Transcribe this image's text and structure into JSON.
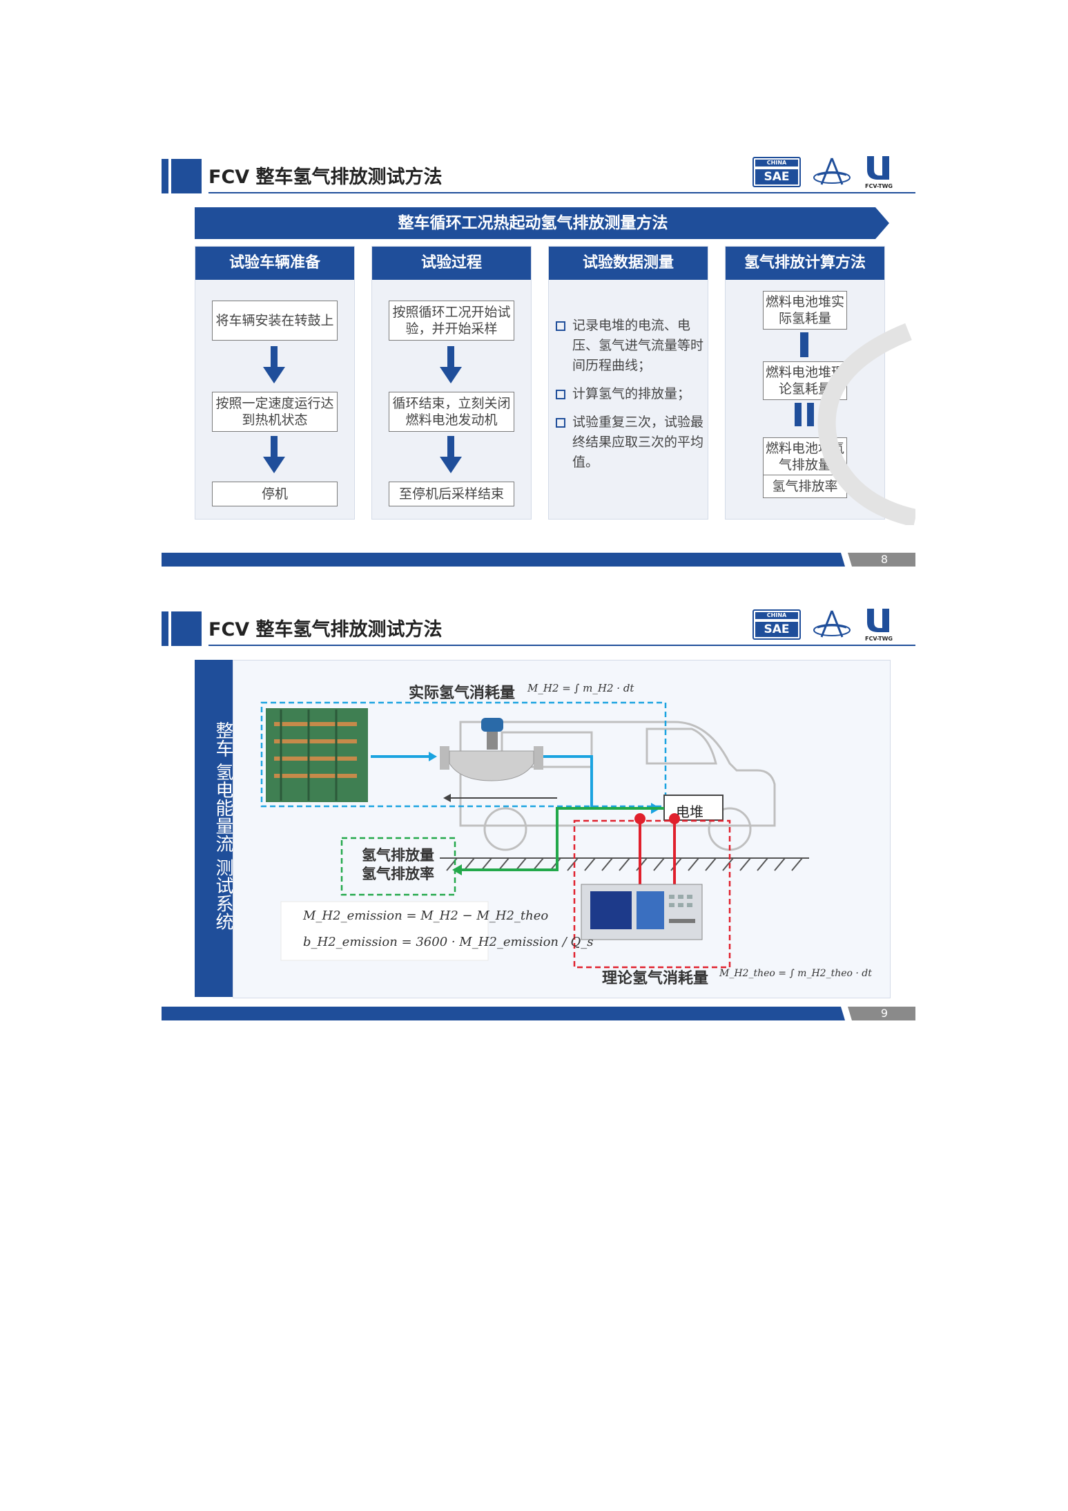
{
  "slide1": {
    "title": "FCV 整车氢气排放测试方法",
    "logos": {
      "china": "CHINA",
      "sae": "SAE",
      "fcv": "FCV-TWG"
    },
    "banner": "整车循环工况热起动氢气排放测量方法",
    "col1": {
      "title": "试验车辆准备",
      "steps": [
        "将车辆安装在转鼓上",
        "按照一定速度运行达到热机状态",
        "停机"
      ]
    },
    "col2": {
      "title": "试验过程",
      "steps": [
        "按照循环工况开始试验，并开始采样",
        "循环结束，立刻关闭燃料电池发动机",
        "至停机后采样结束"
      ]
    },
    "col3": {
      "title": "试验数据测量",
      "bullets": [
        "记录电堆的电流、电压、氢气进气流量等时间历程曲线；",
        "计算氢气的排放量；",
        "试验重复三次，试验最终结果应取三次的平均值。"
      ]
    },
    "col4": {
      "title": "氢气排放计算方法",
      "box1": "燃料电池堆实际氢耗量",
      "box2": "燃料电池堆理论氢耗量",
      "box3": "燃料电池堆氢气排放量",
      "box4": "氢气排放率"
    },
    "page": "8"
  },
  "slide2": {
    "title": "FCV 整车氢气排放测试方法",
    "logos": {
      "china": "CHINA",
      "sae": "SAE",
      "fcv": "FCV-TWG"
    },
    "side_title": "整车 氢电能量流 测试系统",
    "actual_label": "实际氢气消耗量",
    "actual_formula": "M_H2 = ∫ m_H2 · dt",
    "stack_label": "电堆",
    "emission_label1": "氢气排放量",
    "emission_label2": "氢气排放率",
    "formula1": "M_H2_emission = M_H2 − M_H2_theo",
    "formula2": "b_H2_emission = 3600 · M_H2_emission / Q_s",
    "theo_label": "理论氢气消耗量",
    "theo_formula": "M_H2_theo = ∫ m_H2_theo · dt",
    "page": "9"
  },
  "colors": {
    "brand_blue": "#1f4e9a",
    "flow_cyan": "#1aa3e0",
    "flow_green": "#22a84a",
    "flow_red": "#e0202c"
  }
}
